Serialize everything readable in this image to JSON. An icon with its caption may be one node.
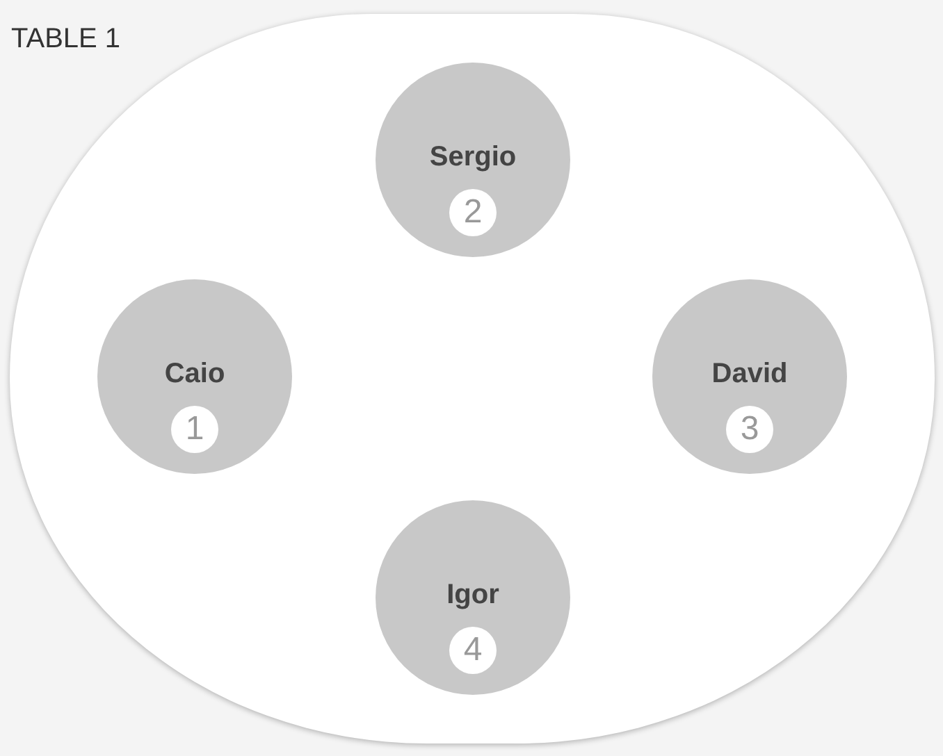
{
  "diagram": {
    "nodes": [
      {
        "text": [
          "TABLE 1"
        ]
      },
      {
        "text": [
          "Sergio",
          "2"
        ],
        "in": 0
      },
      {
        "text": [
          "Caio",
          "1"
        ],
        "in": 0
      },
      {
        "text": [
          "David",
          "3"
        ],
        "in": 0
      },
      {
        "text": [
          "Igor",
          "4"
        ],
        "in": 0
      }
    ]
  }
}
